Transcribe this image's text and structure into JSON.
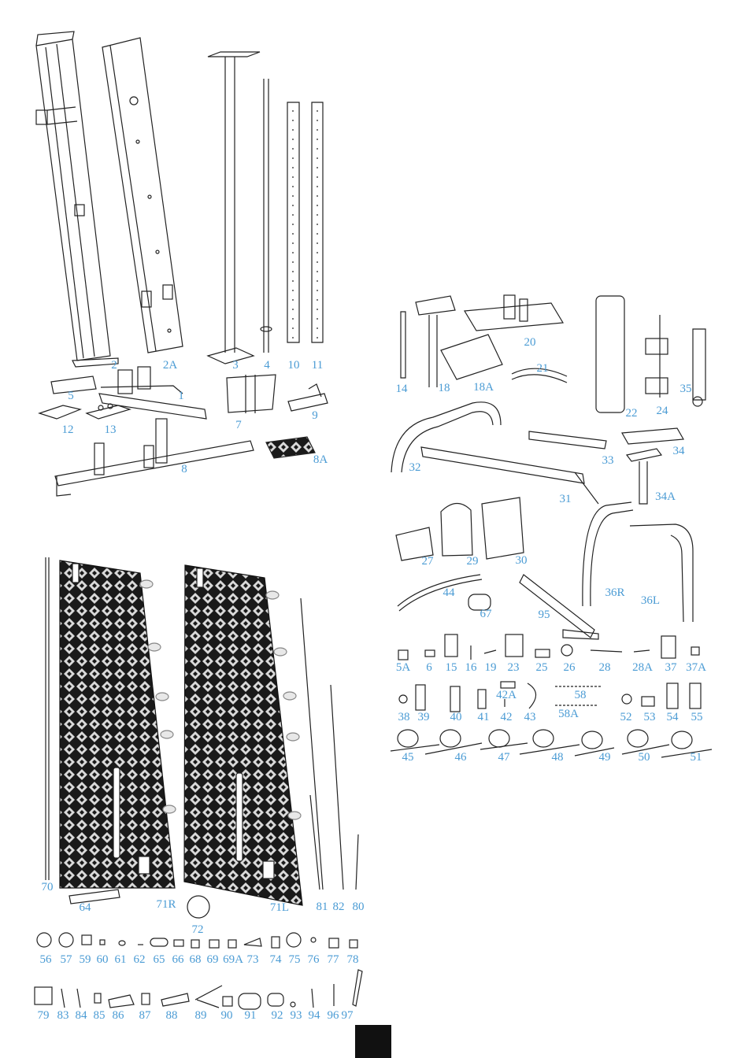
{
  "labels": {
    "p2": "2",
    "p2A": "2A",
    "p3": "3",
    "p4": "4",
    "p10": "10",
    "p11": "11",
    "p5": "5",
    "p1": "1",
    "p12": "12",
    "p13": "13",
    "p7": "7",
    "p9": "9",
    "p8": "8",
    "p8A": "8A",
    "p14": "14",
    "p18": "18",
    "p18A": "18A",
    "p20": "20",
    "p21": "21",
    "p22": "22",
    "p24": "24",
    "p35": "35",
    "p32": "32",
    "p31": "31",
    "p33": "33",
    "p34": "34",
    "p34A": "34A",
    "p27": "27",
    "p29": "29",
    "p30": "30",
    "p36R": "36R",
    "p36L": "36L",
    "p44": "44",
    "p67": "67",
    "p95": "95",
    "p5A": "5A",
    "p6": "6",
    "p15": "15",
    "p16": "16",
    "p19": "19",
    "p23": "23",
    "p25": "25",
    "p26": "26",
    "p28": "28",
    "p28A": "28A",
    "p37": "37",
    "p37A": "37A",
    "p42A": "42A",
    "p58": "58",
    "p38": "38",
    "p39": "39",
    "p40": "40",
    "p41": "41",
    "p42": "42",
    "p43": "43",
    "p58A": "58A",
    "p52": "52",
    "p53": "53",
    "p54": "54",
    "p55": "55",
    "p45": "45",
    "p46": "46",
    "p47": "47",
    "p48": "48",
    "p49": "49",
    "p50": "50",
    "p51": "51",
    "p70": "70",
    "p64": "64",
    "p71R": "71R",
    "p72": "72",
    "p71L": "71L",
    "p81": "81",
    "p82": "82",
    "p80": "80",
    "p56": "56",
    "p57": "57",
    "p59": "59",
    "p60": "60",
    "p61": "61",
    "p62": "62",
    "p65": "65",
    "p66": "66",
    "p68": "68",
    "p69": "69",
    "p69A": "69A",
    "p73": "73",
    "p74": "74",
    "p75": "75",
    "p76": "76",
    "p77": "77",
    "p78": "78",
    "p79": "79",
    "p83": "83",
    "p84": "84",
    "p85": "85",
    "p86": "86",
    "p87": "87",
    "p88": "88",
    "p89": "89",
    "p90": "90",
    "p91": "91",
    "p92": "92",
    "p93": "93",
    "p94": "94",
    "p96": "96",
    "p97": "97"
  },
  "colors": {
    "label": "#4a9bd4",
    "line": "#222222",
    "shroud": "#1a1a1a",
    "shroud_diamond": "#d9d9d9",
    "page_mark": "#111111"
  }
}
